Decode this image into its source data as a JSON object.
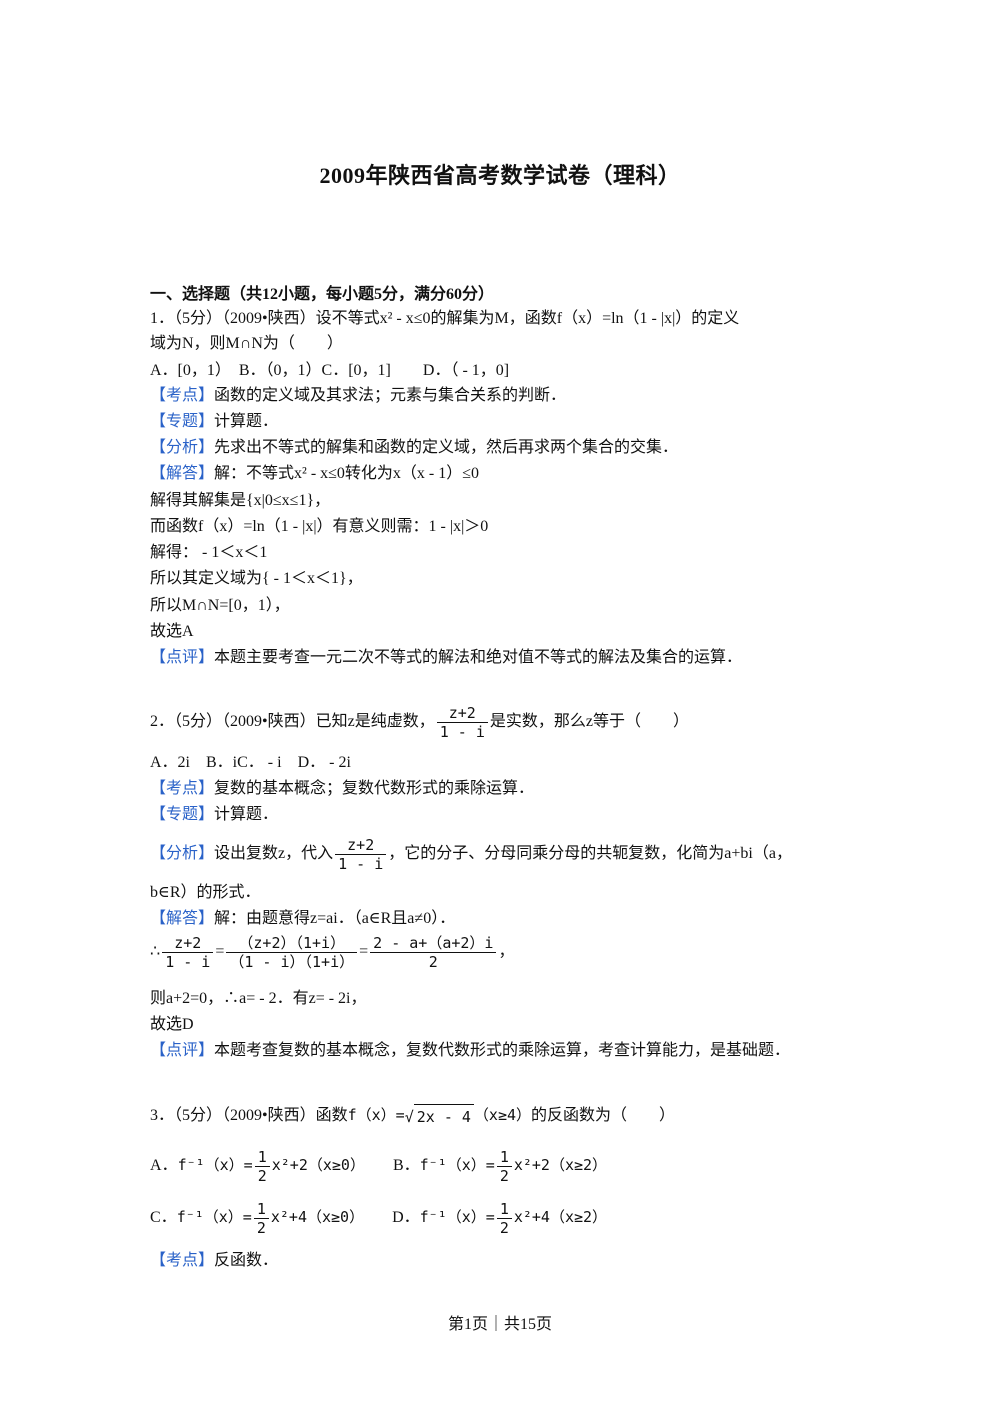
{
  "title": "2009年陕西省高考数学试卷（理科）",
  "section": "一、选择题（共12小题，每小题5分，满分60分）",
  "tags": {
    "kaodian": "【考点】",
    "zhuanti": "【专题】",
    "fenxi": "【分析】",
    "jieda": "【解答】",
    "dianping": "【点评】"
  },
  "q1": {
    "stem_a": "1．（5分）（2009•陕西）设不等式x² - x≤0的解集为M，函数f（x）=ln（1 - |x|）的定义",
    "stem_b": "域为N，则M∩N为（　　）",
    "options": "A．[0，1）　B．（0，1）C．[0，1]　　D．（ - 1，0]",
    "kaodian": "函数的定义域及其求法；元素与集合关系的判断．",
    "zhuanti": "计算题．",
    "fenxi": "先求出不等式的解集和函数的定义域，然后再求两个集合的交集．",
    "jieda": "解：不等式x² - x≤0转化为x（x - 1）≤0",
    "l1": "解得其解集是{x|0≤x≤1}，",
    "l2": "而函数f（x）=ln（1 - |x|）有意义则需：1 - |x|＞0",
    "l3": "解得： - 1＜x＜1",
    "l4": "所以其定义域为{ - 1＜x＜1}，",
    "l5": "所以M∩N=[0，1），",
    "l6": "故选A",
    "dianping": "本题主要考查一元二次不等式的解法和绝对值不等式的解法及集合的运算．"
  },
  "q2": {
    "stem_pre": "2．（5分）（2009•陕西）已知z是纯虚数，",
    "frac_num": "z+2",
    "frac_den": "1 - i",
    "stem_post": "是实数，那么z等于（　　）",
    "options": "A．2i　B．iC． - i　D． - 2i",
    "kaodian": "复数的基本概念；复数代数形式的乘除运算．",
    "zhuanti": "计算题．",
    "fenxi_pre": "设出复数z，代入",
    "fenxi_post": "，它的分子、分母同乘分母的共轭复数，化简为a+bi（a，",
    "fenxi_cont": "b∈R）的形式．",
    "jieda": "解：由题意得z=ai．（a∈R且a≠0）．",
    "therefore": "∴",
    "eq1": "=",
    "f2_num": "（z+2）（1+i）",
    "f2_den": "（1 - i）（1+i）",
    "eq2": "=",
    "f3_num": "2 - a+（a+2）i",
    "f3_den": "2",
    "comma": "，",
    "l1": "则a+2=0，∴a= - 2．有z= - 2i，",
    "l2": "故选D",
    "dianping": "本题考查复数的基本概念，复数代数形式的乘除运算，考查计算能力，是基础题．"
  },
  "q3": {
    "stem_pre": "3．（5分）（2009•陕西）函数",
    "fx": "f（x）=",
    "radicand": "2x - 4",
    "cond": "（x≥4）",
    "stem_post": "的反函数为（　　）",
    "optA_label": "A．",
    "optA_pre": "f⁻¹（x）=",
    "optA_post": "x²+2（x≥0）",
    "optB_label": "B．",
    "optB_pre": "f⁻¹（x）=",
    "optB_post": "x²+2（x≥2）",
    "optC_label": "C．",
    "optC_pre": "f⁻¹（x）=",
    "optC_post": "x²+4（x≥0）",
    "optD_label": "D．",
    "optD_pre": "f⁻¹（x）=",
    "optD_post": "x²+4（x≥2）",
    "half_num": "1",
    "half_den": "2",
    "kaodian": "反函数．"
  },
  "footer": "第1页｜共15页"
}
